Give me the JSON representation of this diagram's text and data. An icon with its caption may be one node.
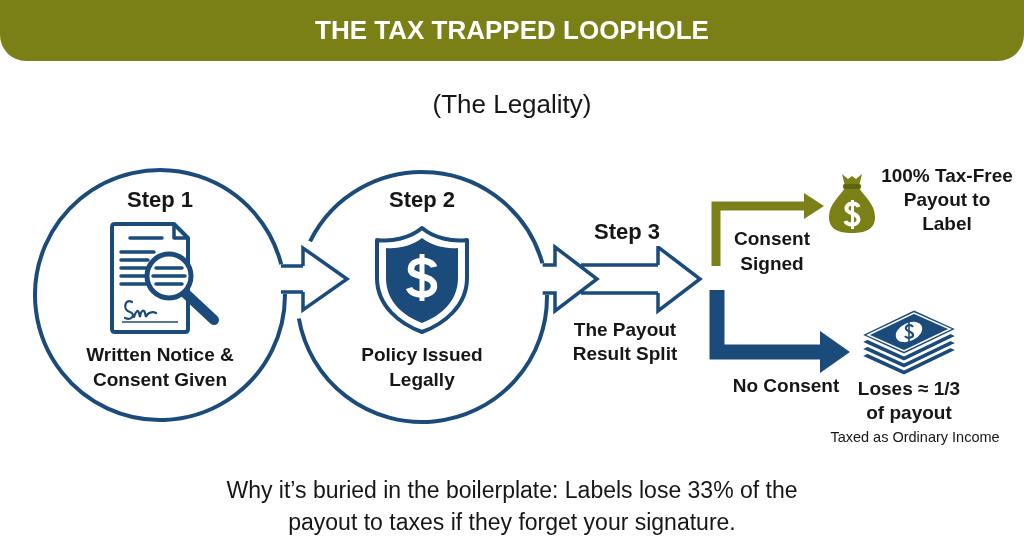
{
  "diagram": {
    "title": "THE TAX TRAPPED LOOPHOLE",
    "caption": "Why it’s buried in the boilerplate: Labels lose 33% of the payout to taxes if they forget your signature.",
    "nodes": [
      {
        "text": [
          "Step 1",
          "Written Notice & Consent Given"
        ]
      },
      {
        "text": [
          "Step 2",
          "Policy Issued Legally"
        ]
      },
      {
        "text": [
          "100% Tax-Free Payout to Label"
        ]
      },
      {
        "text": [
          "Loses ≈ 1/3 of payout"
        ],
        "beside": [
          "Taxed as Ordinary Income"
        ]
      }
    ],
    "edges": [
      {
        "from": 0,
        "to": 1,
        "arrow": "to"
      },
      {
        "from": 1,
        "to": null,
        "arrow": "to",
        "label": "Step 3"
      },
      {
        "from": null,
        "to": 2,
        "arrow": "to",
        "label": "Consent Signed",
        "style": "thick",
        "color": "#7b8118"
      },
      {
        "from": null,
        "to": 3,
        "arrow": "to",
        "label": "No Consent",
        "style": "thick"
      }
    ],
    "labels": [
      "(The Legality)",
      "The Payout Result Split"
    ]
  }
}
